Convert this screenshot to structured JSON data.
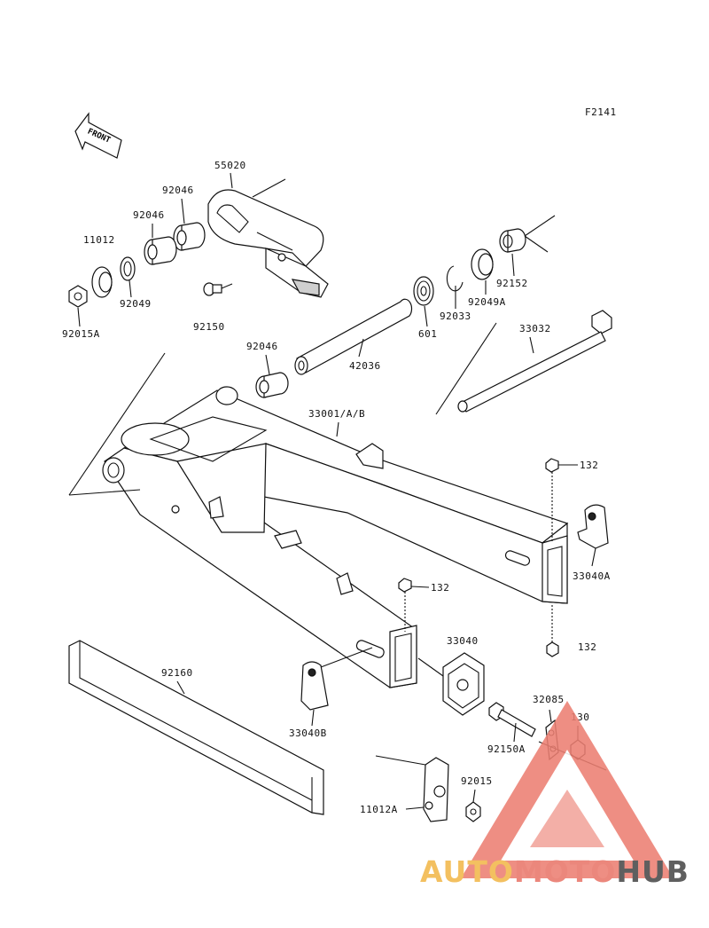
{
  "figure_code": "F2141",
  "front_label": "FRONT",
  "parts": {
    "p55020": "55020",
    "p92046_a": "92046",
    "p92046_b": "92046",
    "p11012": "11012",
    "p92049": "92049",
    "p92015A": "92015A",
    "p92150": "92150",
    "p92046_c": "92046",
    "p42036": "42036",
    "p601": "601",
    "p92033": "92033",
    "p92049A": "92049A",
    "p92152": "92152",
    "p33032": "33032",
    "p33001": "33001/A/B",
    "p132_a": "132",
    "p33040A": "33040A",
    "p132_b": "132",
    "p132_c": "132",
    "p33040": "33040",
    "p92160": "92160",
    "p33040B": "33040B",
    "p32085": "32085",
    "p130": "130",
    "p92150A": "92150A",
    "p92015": "92015",
    "p11012A": "11012A"
  },
  "watermark": {
    "part1": "AUTO",
    "part2": "MOTO",
    "part3": "HUB",
    "color1": "#f2b84b",
    "color2": "#e9776a",
    "color3": "#4a4a4a",
    "triangle_color": "#ec7f72"
  }
}
